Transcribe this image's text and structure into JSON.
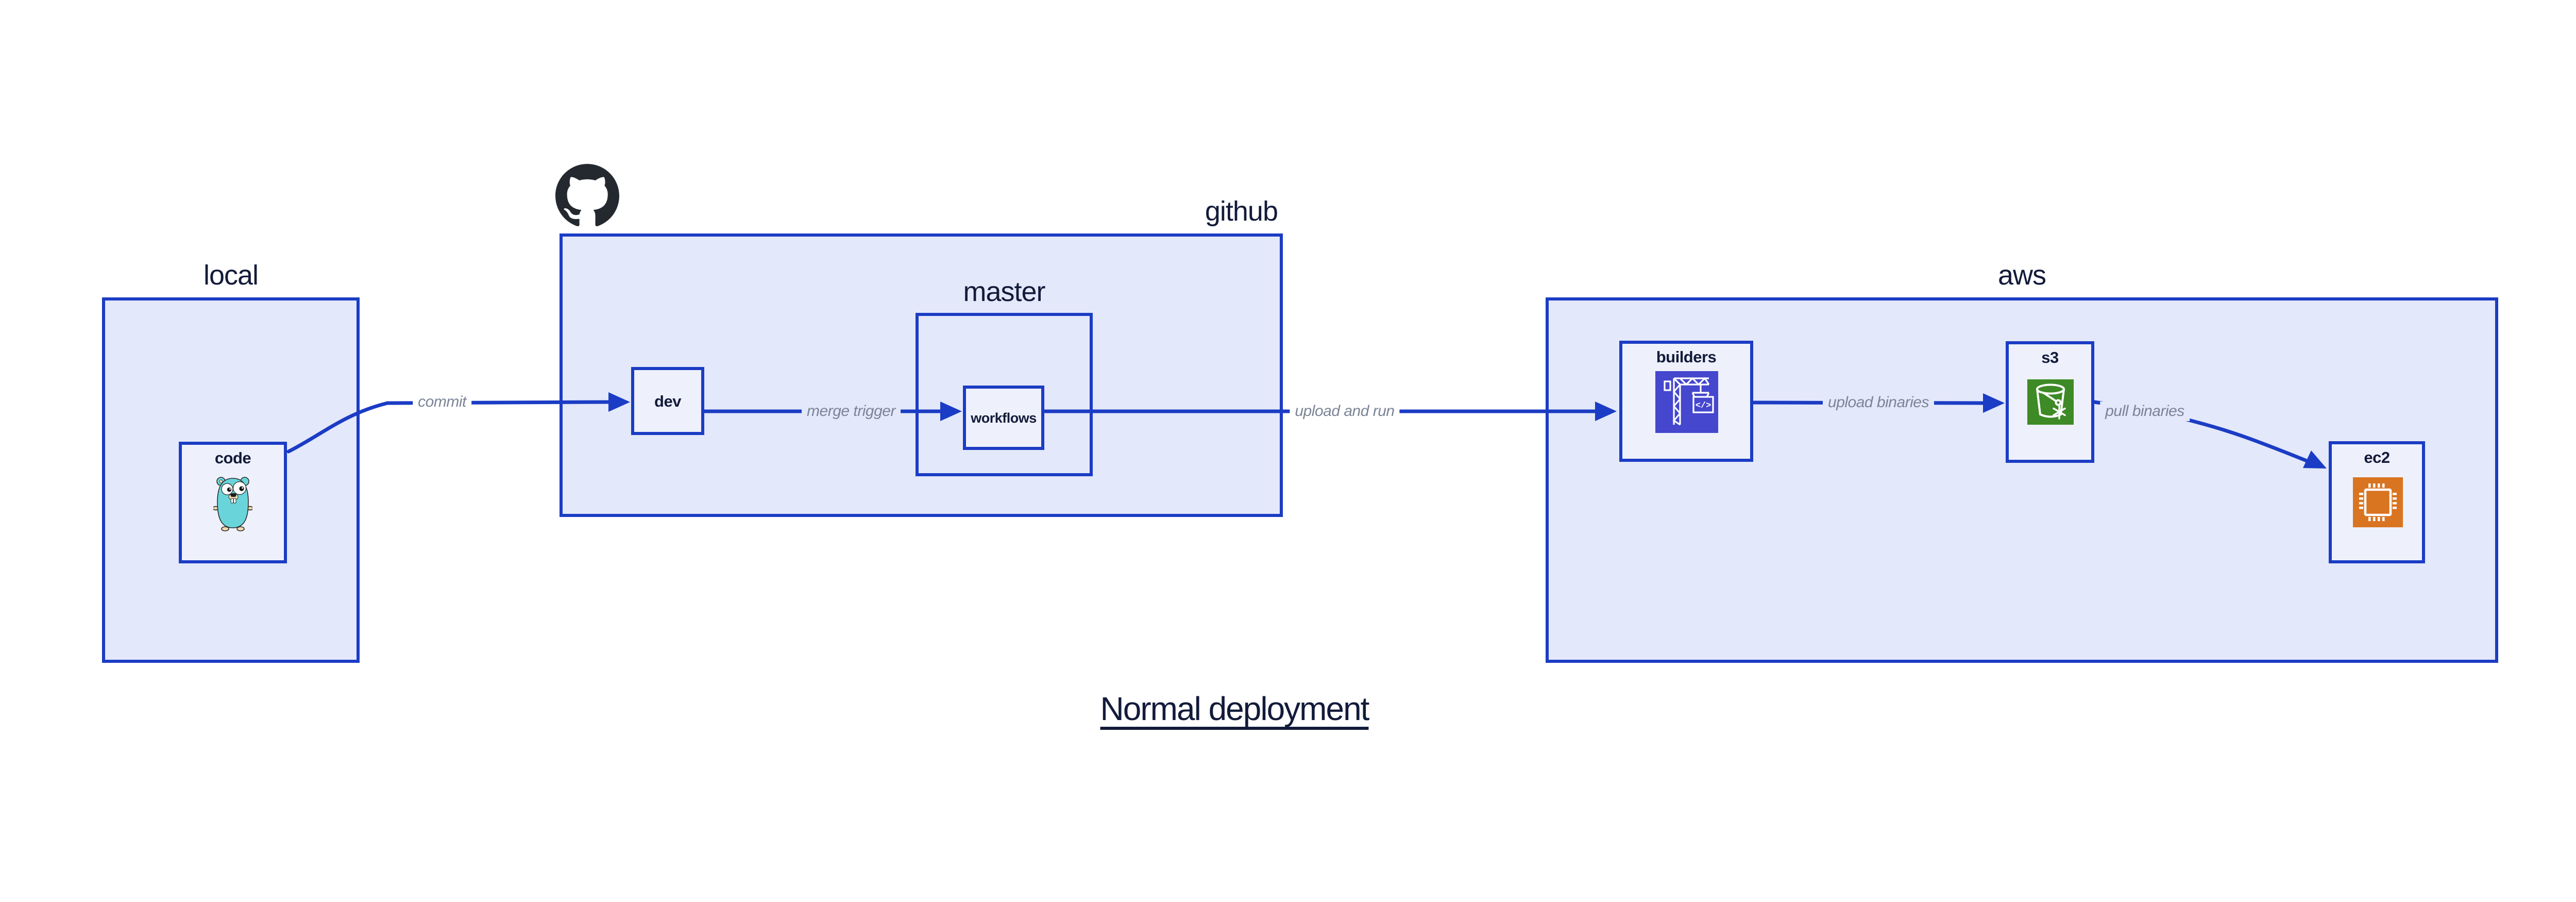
{
  "diagram_title": {
    "text": "Normal deployment"
  },
  "groups": {
    "local": {
      "label": "local"
    },
    "github": {
      "label": "github"
    },
    "master": {
      "label": "master"
    },
    "aws": {
      "label": "aws"
    }
  },
  "nodes": {
    "code": {
      "label": "code",
      "icon": "go-gopher-icon"
    },
    "dev": {
      "label": "dev"
    },
    "workflows": {
      "label": "workflows"
    },
    "builders": {
      "label": "builders",
      "icon": "codebuild-crane-icon",
      "icon_text": "</>"
    },
    "s3": {
      "label": "s3",
      "icon": "s3-bucket-snowflake-icon"
    },
    "ec2": {
      "label": "ec2",
      "icon": "ec2-chip-icon"
    }
  },
  "edges": {
    "commit": {
      "label": "commit"
    },
    "merge_trigger": {
      "label": "merge trigger"
    },
    "upload_and_run": {
      "label": "upload and run"
    },
    "upload_binaries": {
      "label": "upload binaries"
    },
    "pull_binaries": {
      "label": "pull binaries"
    }
  },
  "icons": {
    "github_logo": "github-octocat-logo"
  },
  "colors": {
    "blue": "#1b3cc4",
    "fill-outer": "#e3e8fa",
    "fill-inner": "#eef1fc",
    "navy": "#131b3a",
    "gray-label": "#7b8496",
    "builders-purple": "#4547ce",
    "s3-green": "#3e8a26",
    "ec2-orange": "#d97421",
    "octocat-black": "#24292f",
    "gopher-teal": "#69d5da",
    "gopher-tan": "#f3d9ae",
    "canvas": "#ffffff"
  }
}
